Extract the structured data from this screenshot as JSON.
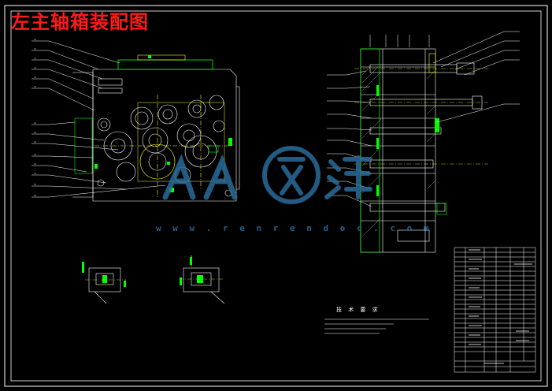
{
  "title": "左主轴箱装配图",
  "watermark": {
    "url": "w w w . r e n r e n d o c . c o m",
    "logo_text": "人人文库"
  },
  "technical_requirements": {
    "heading": "技 术 要 求"
  },
  "colors": {
    "background": "#000000",
    "line": "#ffffff",
    "title_red": "#ff1a1a",
    "yellow": "#ffff00",
    "green": "#00ff00",
    "cyan": "#00ffff",
    "watermark_blue": "#2a6b9a"
  }
}
